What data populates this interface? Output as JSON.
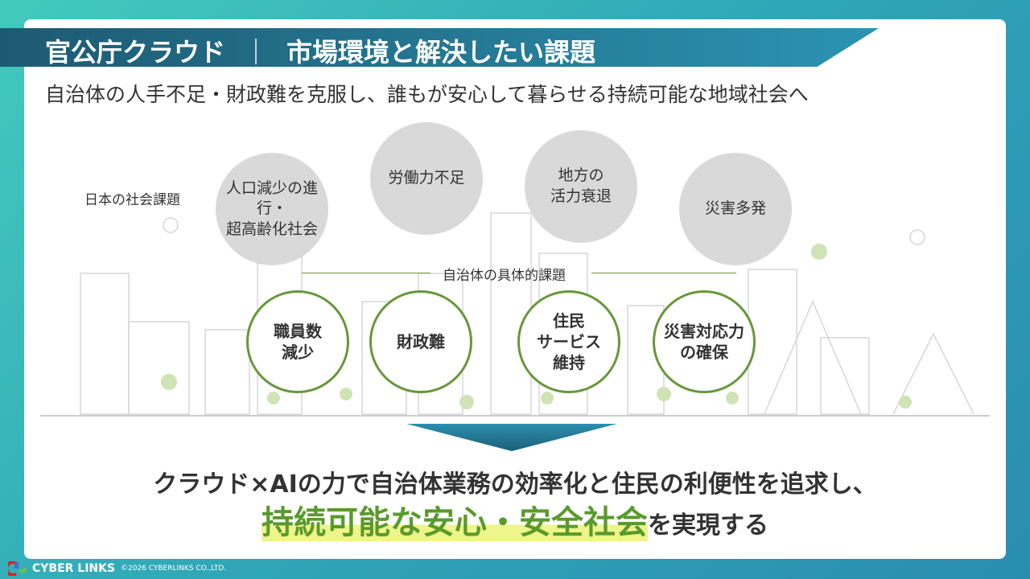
{
  "header": {
    "title_left": "官公庁クラウド",
    "separator": "｜",
    "title_right": "市場環境と解決したい課題"
  },
  "subtitle": "自治体の人手不足・財政難を克服し、誰もが安心して暮らせる持続可能な地域社会へ",
  "social_label": "日本の社会課題",
  "social_issues": [
    "人口減少の進行・\n超高齢化社会",
    "労働力不足",
    "地方の\n活力衰退",
    "災害多発"
  ],
  "municipal_label": "自治体の具体的課題",
  "municipal_issues": [
    "職員数\n減少",
    "財政難",
    "住民\nサービス\n維持",
    "災害対応力\nの確保"
  ],
  "bottom": {
    "line1": "クラウド×AIの力で自治体業務の効率化と住民の利便性を追求し、",
    "highlight": "持続可能な安心・安全社会",
    "line2_suffix": "を実現する"
  },
  "footer": {
    "logo": "CYBER LINKS",
    "copyright": "©2026 CYBERLINKS CO.,LTD."
  },
  "colors": {
    "accent_green": "#66983a",
    "banner": "#1d5a72"
  }
}
